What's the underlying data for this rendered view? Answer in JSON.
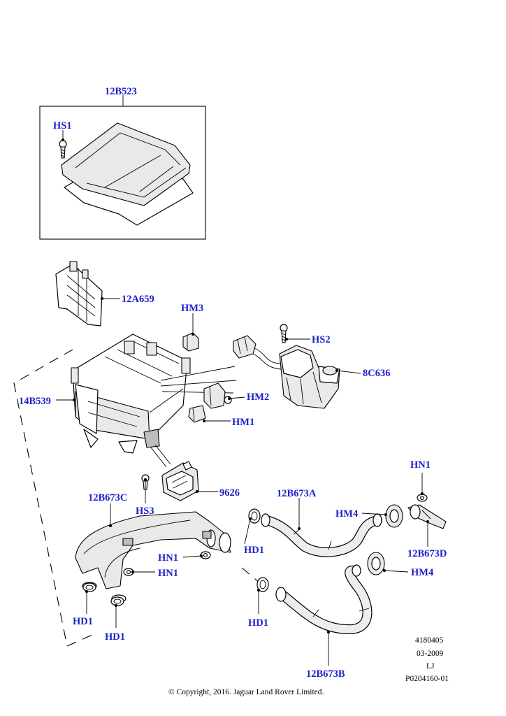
{
  "callouts": {
    "c_12B523": "12B523",
    "c_HS1": "HS1",
    "c_12A659": "12A659",
    "c_HM3": "HM3",
    "c_HS2": "HS2",
    "c_8C636": "8C636",
    "c_14B539": "14B539",
    "c_HM2": "HM2",
    "c_HM1": "HM1",
    "c_HN1_top": "HN1",
    "c_12B673C": "12B673C",
    "c_12B673A": "12B673A",
    "c_9626": "9626",
    "c_HS3": "HS3",
    "c_HM4_a": "HM4",
    "c_12B673D": "12B673D",
    "c_HD1_a": "HD1",
    "c_HN1_b": "HN1",
    "c_HN1_c": "HN1",
    "c_HM4_b": "HM4",
    "c_HD1_b": "HD1",
    "c_HD1_c": "HD1",
    "c_HD1_d": "HD1",
    "c_12B673B": "12B673B"
  },
  "reference_block": {
    "line1": "4180405",
    "line2": "03-2009",
    "line3": "LJ",
    "line4": "P0204160-01"
  },
  "copyright": "© Copyright, 2016. Jaguar Land Rover Limited.",
  "colors": {
    "callout_text": "#1c22c8",
    "line_art": "#000000",
    "background": "#ffffff"
  }
}
